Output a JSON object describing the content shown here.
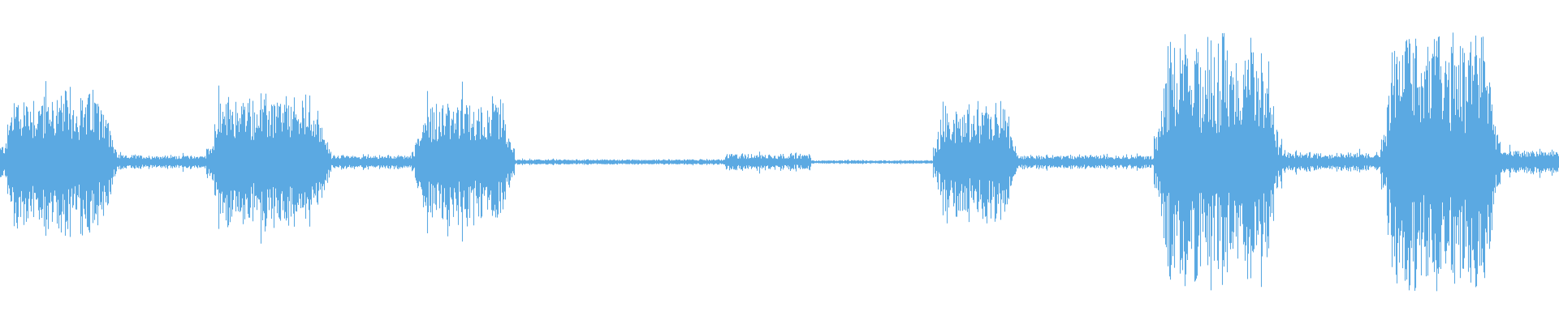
{
  "waveform": {
    "color": "#5ba9e2",
    "background": "#ffffff",
    "segments": [
      {
        "start": 0.0,
        "end": 0.075,
        "amp": 0.28,
        "jitter": 0.5
      },
      {
        "start": 0.075,
        "end": 0.132,
        "amp": 0.03,
        "jitter": 0.35
      },
      {
        "start": 0.132,
        "end": 0.212,
        "amp": 0.26,
        "jitter": 0.45
      },
      {
        "start": 0.212,
        "end": 0.264,
        "amp": 0.03,
        "jitter": 0.35
      },
      {
        "start": 0.264,
        "end": 0.33,
        "amp": 0.24,
        "jitter": 0.5
      },
      {
        "start": 0.33,
        "end": 0.465,
        "amp": 0.012,
        "jitter": 0.3
      },
      {
        "start": 0.465,
        "end": 0.52,
        "amp": 0.035,
        "jitter": 0.45
      },
      {
        "start": 0.52,
        "end": 0.598,
        "amp": 0.008,
        "jitter": 0.3
      },
      {
        "start": 0.598,
        "end": 0.652,
        "amp": 0.23,
        "jitter": 0.55
      },
      {
        "start": 0.652,
        "end": 0.74,
        "amp": 0.03,
        "jitter": 0.4
      },
      {
        "start": 0.74,
        "end": 0.822,
        "amp": 0.45,
        "jitter": 0.6
      },
      {
        "start": 0.822,
        "end": 0.885,
        "amp": 0.04,
        "jitter": 0.4
      },
      {
        "start": 0.885,
        "end": 0.962,
        "amp": 0.52,
        "jitter": 0.6
      },
      {
        "start": 0.962,
        "end": 1.0,
        "amp": 0.05,
        "jitter": 0.4
      }
    ]
  }
}
